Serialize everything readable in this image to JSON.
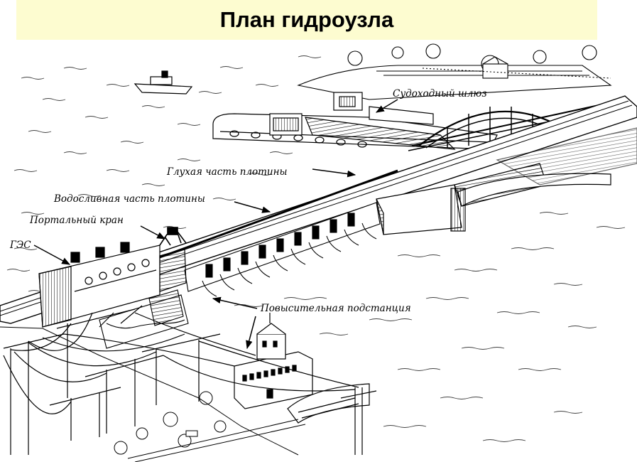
{
  "title": "План гидроузла",
  "labels": {
    "lock": "Судоходный шлюз",
    "blind_dam": "Глухая часть плотины",
    "spillway_dam": "Водосливная часть плотины",
    "portal_crane": "Портальный кран",
    "hpp": "ГЭС",
    "substation": "Повысительная подстанция"
  }
}
